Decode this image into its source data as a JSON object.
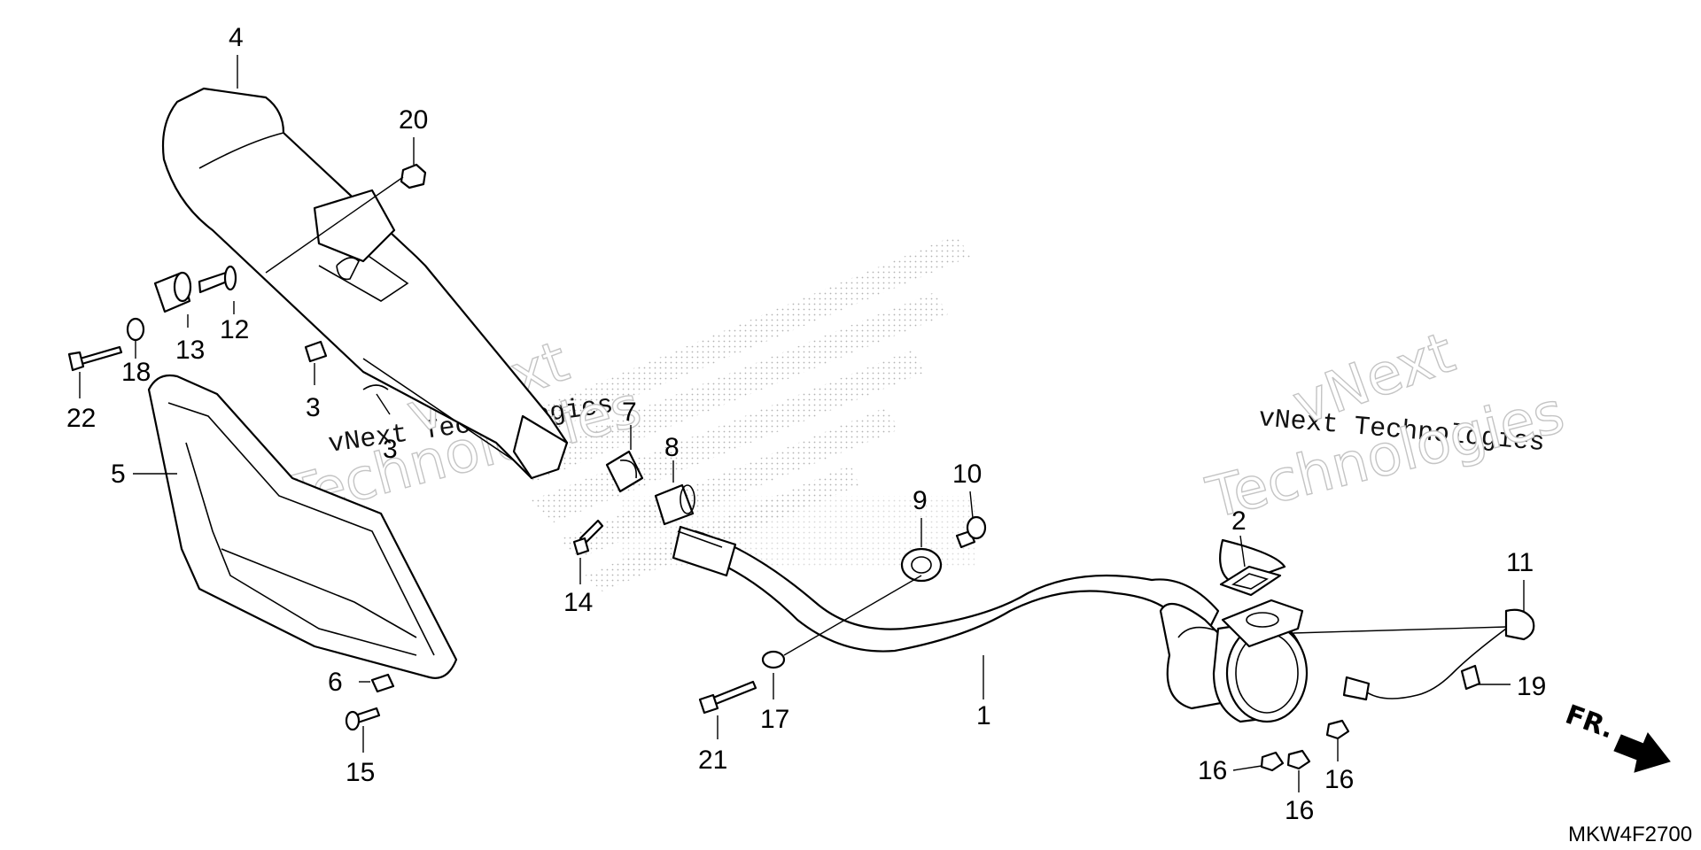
{
  "diagram_code": "MKW4F2700",
  "front_marker": "FR.",
  "watermarks": [
    {
      "text": "vNext Technologies"
    },
    {
      "text": "vNext"
    },
    {
      "text": "Technologies"
    },
    {
      "text": "vNext Technologies"
    },
    {
      "text": "vNext"
    },
    {
      "text": "Technologies"
    }
  ],
  "callouts": {
    "c1": "1",
    "c2": "2",
    "c3a": "3",
    "c3b": "3",
    "c4": "4",
    "c5": "5",
    "c6": "6",
    "c7": "7",
    "c8": "8",
    "c9": "9",
    "c10": "10",
    "c11": "11",
    "c12": "12",
    "c13": "13",
    "c14": "14",
    "c15": "15",
    "c16a": "16",
    "c16b": "16",
    "c16c": "16",
    "c17": "17",
    "c18": "18",
    "c19": "19",
    "c20": "20",
    "c21": "21",
    "c22": "22"
  }
}
